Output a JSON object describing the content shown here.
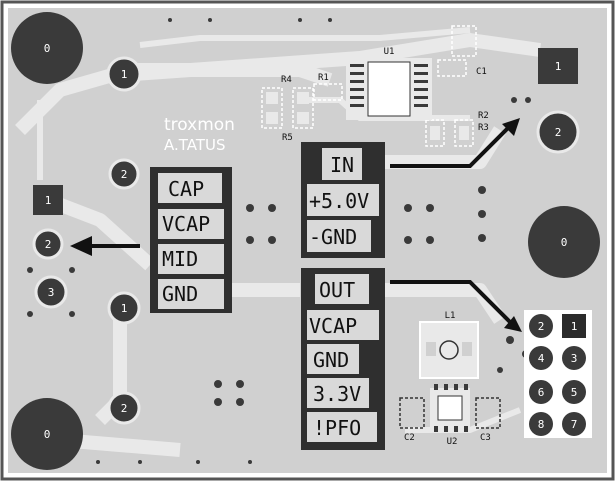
{
  "board": {
    "logo_brand": "troxmon",
    "logo_sub": "A.TATUS"
  },
  "cap_block": {
    "labels": [
      "CAP",
      "VCAP",
      "MID",
      "GND"
    ]
  },
  "in_block": {
    "labels": [
      "IN",
      "+5.0V",
      "-GND"
    ]
  },
  "out_block": {
    "labels": [
      "OUT",
      "VCAP",
      "GND",
      "3.3V",
      "!PFO"
    ]
  },
  "refdes": {
    "u1": "U1",
    "u2": "U2",
    "r1": "R1",
    "r2": "R2",
    "r3": "R3",
    "r4": "R4",
    "r5": "R5",
    "c1": "C1",
    "c2": "C2",
    "c3": "C3",
    "l1": "L1"
  },
  "pads": {
    "mount_tl": "0",
    "mount_bl": "0",
    "mount_r": "0",
    "left_top_1": "1",
    "left_mid_2": "2",
    "left_sq_1": "1",
    "left_arrow_2": "2",
    "left_3": "3",
    "left_bot_1": "1",
    "left_bot_2": "2",
    "right_sq_1": "1",
    "right_2": "2",
    "hdr": [
      "2",
      "1",
      "4",
      "3",
      "6",
      "5",
      "8",
      "7"
    ]
  },
  "colors": {
    "background": "#d0d0d0",
    "copper": "#e9e9e9",
    "trace": "#b8b8b8",
    "pad": "#3a3a3a",
    "mask_dark": "#2f2f2f",
    "silkscreen": "#ffffff"
  }
}
